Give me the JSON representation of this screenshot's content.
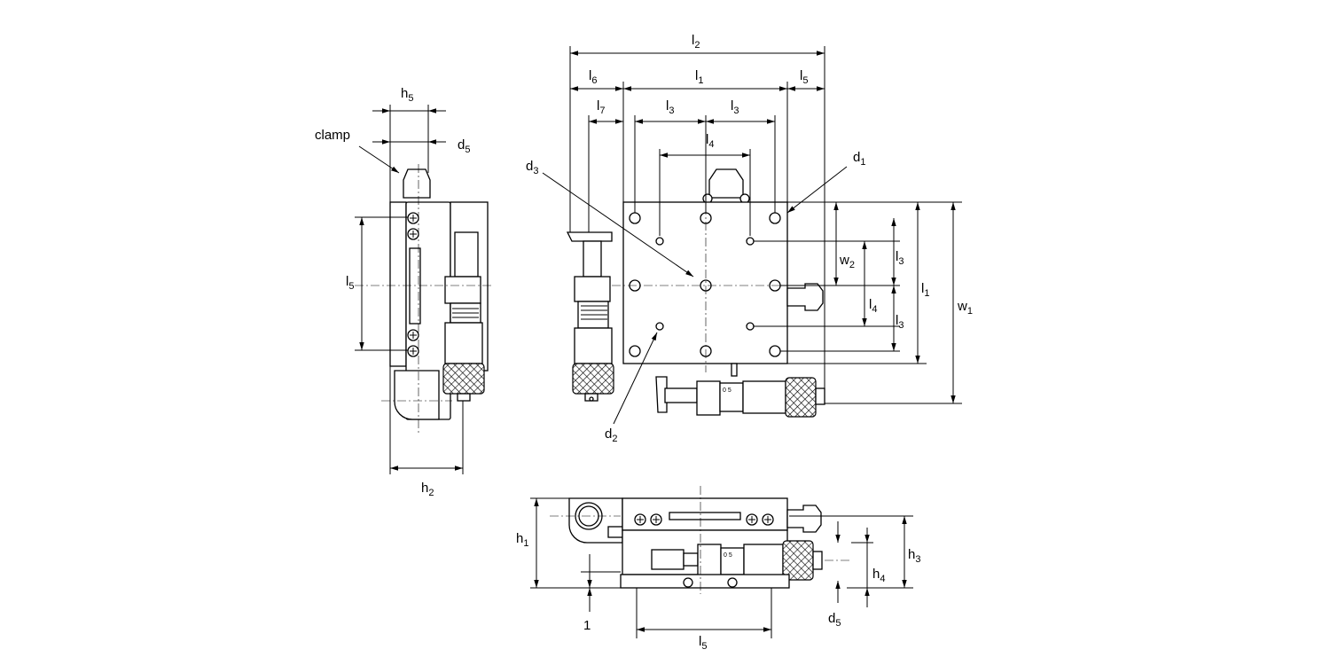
{
  "labels": {
    "top_view": {
      "l2": "l2",
      "l6": "l6",
      "l1_top": "l1",
      "l5": "l5",
      "l7": "l7",
      "l3_left": "l3",
      "l3_right": "l3",
      "l4_top": "l4",
      "d3": "d3",
      "d1": "d1",
      "d2": "d2",
      "w2": "w2",
      "l3_upper": "l3",
      "l4_side": "l4",
      "l3_lower": "l3",
      "l1_side": "l1",
      "w1": "w1"
    },
    "side_view": {
      "h5": "h5",
      "clamp": "clamp",
      "d5": "d5",
      "l5": "l5",
      "h2": "h2"
    },
    "front_view": {
      "h1": "h1",
      "one": "1",
      "l5": "l5",
      "h3": "h3",
      "h4": "h4",
      "d5": "d5"
    }
  },
  "micrometer_scale": "0 5"
}
